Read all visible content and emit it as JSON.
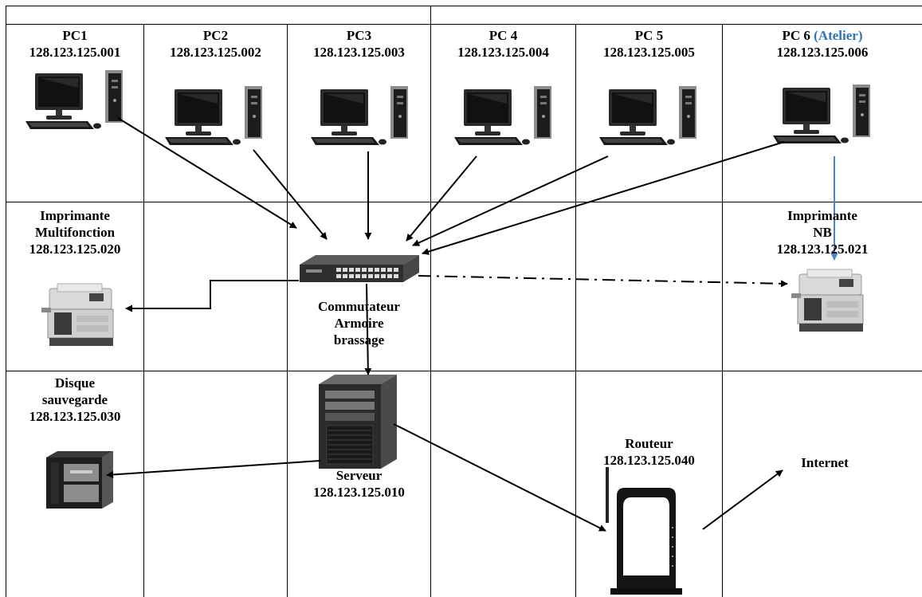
{
  "devices": {
    "pc1": {
      "name": "PC1",
      "ip": "128.123.125.001"
    },
    "pc2": {
      "name": "PC2",
      "ip": "128.123.125.002"
    },
    "pc3": {
      "name": "PC3",
      "ip": "128.123.125.003"
    },
    "pc4": {
      "name": "PC 4",
      "ip": "128.123.125.004"
    },
    "pc5": {
      "name": "PC 5",
      "ip": "128.123.125.005"
    },
    "pc6": {
      "name": "PC 6",
      "note": "(Atelier)",
      "ip": "128.123.125.006"
    },
    "printer_mf": {
      "line1": "Imprimante",
      "line2": "Multifonction",
      "ip": "128.123.125.020"
    },
    "printer_nb": {
      "line1": "Imprimante",
      "line2": "NB",
      "ip": "128.123.125.021"
    },
    "switch": {
      "line1": "Commutateur",
      "line2": "Armoire",
      "line3": "brassage"
    },
    "backup_disk": {
      "line1": "Disque",
      "line2": "sauvegarde",
      "ip": "128.123.125.030"
    },
    "server": {
      "name": "Serveur",
      "ip": "128.123.125.010"
    },
    "router": {
      "name": "Routeur",
      "ip": "128.123.125.040"
    },
    "internet": {
      "name": "Internet"
    }
  },
  "colors": {
    "grid": "#000000",
    "arrow": "#000000",
    "pc6_link": "#4a86c5",
    "note": "#2e74b5"
  },
  "icons": [
    "desktop-pc-icon",
    "printer-icon",
    "network-switch-icon",
    "tower-server-icon",
    "nas-disk-icon",
    "wifi-router-icon"
  ]
}
